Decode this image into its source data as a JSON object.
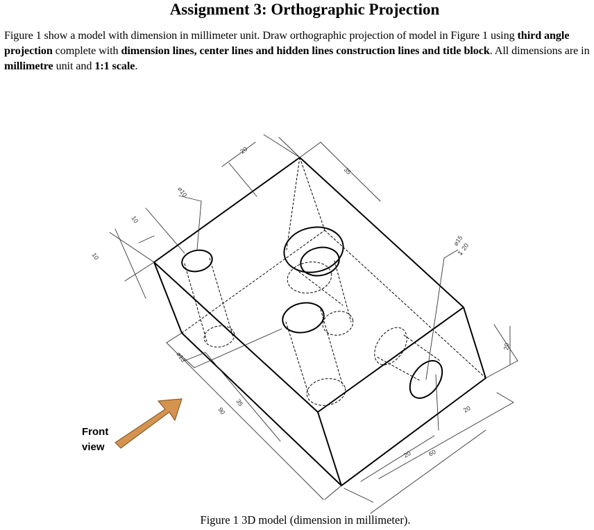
{
  "title": "Assignment 3: Orthographic Projection",
  "instructions": {
    "part1": "Figure 1 show a model with dimension in millimeter unit. Draw orthographic projection of model in Figure 1 using ",
    "bold1": "third angle projection",
    "part2": " complete with ",
    "bold2": "dimension lines, center lines and hidden lines construction lines and title block",
    "part3": ". All dimensions are in ",
    "bold3": "millimetre",
    "part4": " unit and ",
    "bold4": "1:1 scale",
    "part5": "."
  },
  "figure": {
    "front_view_label": [
      "Front",
      "view"
    ],
    "caption": "Figure 1 3D model (dimension in millimeter).",
    "dimensions": {
      "d20_top": "20",
      "d35_top": "35",
      "hole10": "⌀10",
      "d10_a": "10",
      "d10_b": "10",
      "hole13": "⌀13",
      "d90": "90",
      "d35_front": "35",
      "hole15": "⌀15",
      "depth20": "↧ 20",
      "d20_side": "20",
      "d20_r": "20",
      "d20_b": "20",
      "d60": "60"
    }
  },
  "colors": {
    "arrow_fill": "#d4944f",
    "arrow_stroke": "#8a5a2b"
  }
}
